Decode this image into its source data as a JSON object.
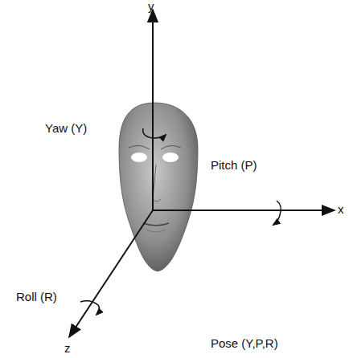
{
  "diagram": {
    "labels": [
      "y",
      "Yaw (Y)",
      "Pitch (P)",
      "x",
      "Roll (R)",
      "z",
      "Pose (Y,P,R)"
    ]
  }
}
